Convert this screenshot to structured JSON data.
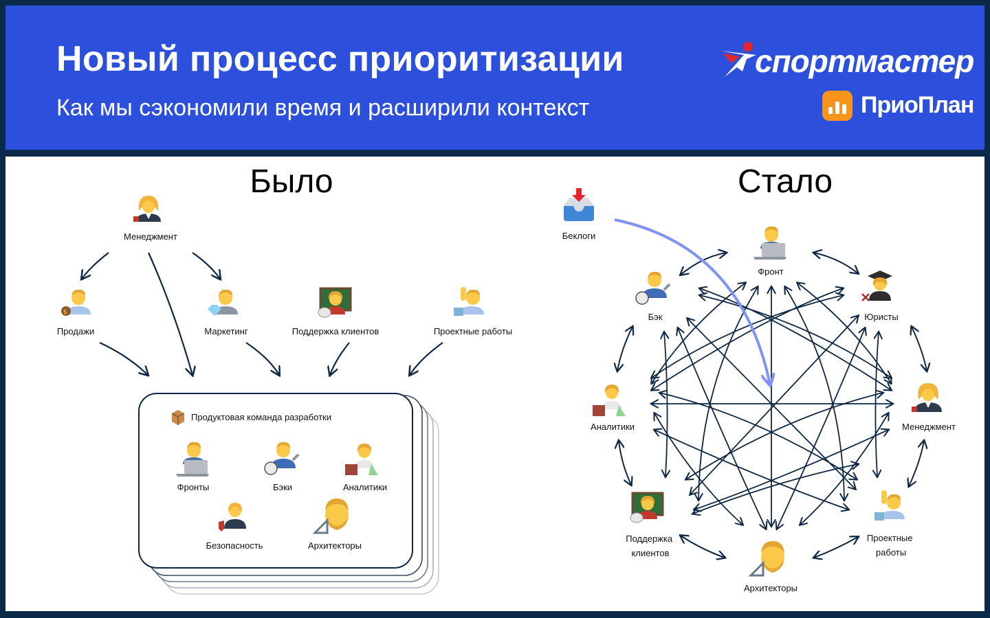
{
  "header": {
    "title": "Новый процесс приоритизации",
    "subtitle": "Как мы сэкономили время и расширили контекст",
    "brand": "спортмастер",
    "product": "ПриоПлан"
  },
  "colors": {
    "header_bg": "#2c50dc",
    "frame": "#0b2a4a",
    "arrow": "#0d2744",
    "highlight_arrow": "#7f93f2",
    "prio_orange": "#f7941d"
  },
  "before": {
    "heading": "Было",
    "management": "Менеджмент",
    "sources": [
      "Продажи",
      "Маркетинг",
      "Поддержка клиентов",
      "Проектные работы"
    ],
    "team": {
      "title": "Продуктовая команда разработки",
      "members": [
        "Фронты",
        "Бэки",
        "Аналитики",
        "Безопасность",
        "Архитекторы"
      ]
    }
  },
  "after": {
    "heading": "Стало",
    "backlog": "Беклоги",
    "nodes": [
      "Фронт",
      "Юристы",
      "Менеджмент",
      "Проектные работы",
      "Архитекторы",
      "Поддержка клиентов",
      "Аналитики",
      "Бэк"
    ]
  }
}
